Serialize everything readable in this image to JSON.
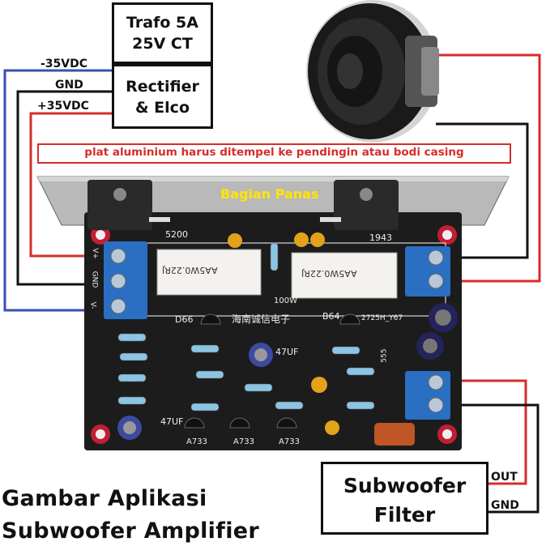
{
  "power": {
    "trafo_line1": "Trafo 5A",
    "trafo_line2": "25V CT",
    "rectifier_line1": "Rectifier",
    "rectifier_line2": "& Elco",
    "neg_label": "-35VDC",
    "gnd_label": "GND",
    "pos_label": "+35VDC"
  },
  "board": {
    "warning_text": "plat aluminium harus ditempel ke pendingin atau bodi casing",
    "hot_zone_label": "Bagian Panas",
    "left_transistor_code": "5200",
    "right_transistor_code": "1943",
    "resistor_left_code": "AA5W0.22RJ",
    "resistor_right_code": "AA5W0.22RJ",
    "driver_left": "D66",
    "driver_right": "B64",
    "chinese_marking": "海南诚信电子",
    "power_marking": "100W",
    "board_code": "2725H_Y67",
    "cap_label_top": "47UF",
    "cap_label_bottom": "47UF",
    "ic_code": "555",
    "small_transistors": [
      "A733",
      "A733",
      "A733"
    ],
    "input_terminal_labels": [
      "V+",
      "GND",
      "V-"
    ]
  },
  "filter": {
    "line1": "Subwoofer",
    "line2": "Filter",
    "out_label": "OUT",
    "gnd_label": "GND"
  },
  "caption": {
    "line1": "Gambar Aplikasi",
    "line2": "Subwoofer Amplifier"
  },
  "colors": {
    "red_wire": "#d62d2d",
    "blue_wire": "#3a4fb5",
    "black_wire": "#111111",
    "pcb": "#1c1c1c",
    "heatsink": "#b7b7b7",
    "terminal": "#2a6fc2",
    "hot_label": "#ffe600"
  }
}
